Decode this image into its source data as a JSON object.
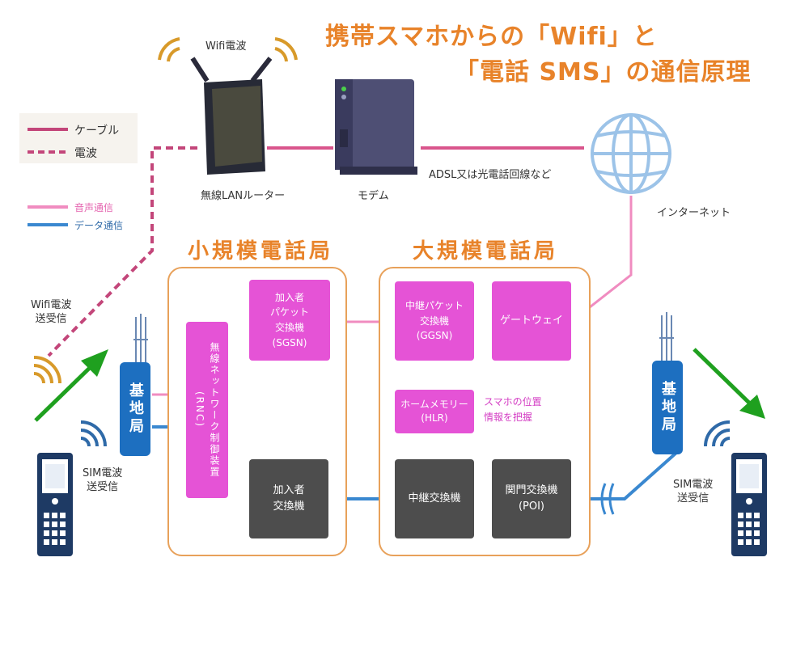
{
  "title": {
    "line1": "携帯スマホからの「Wifi」と",
    "line2": "「電話 SMS」の通信原理"
  },
  "legend": {
    "cable": "ケーブル",
    "radio": "電波",
    "voice": "音声通信",
    "data": "データ通信"
  },
  "labels": {
    "wifi_radio_top": "Wifi電波",
    "router": "無線LANルーター",
    "modem": "モデム",
    "adsl": "ADSL又は光電話回線など",
    "internet": "インターネット",
    "wifi_tx_line1": "Wifi電波",
    "wifi_tx_line2": "送受信",
    "sim_left_line1": "SIM電波",
    "sim_left_line2": "送受信",
    "sim_right_line1": "SIM電波",
    "sim_right_line2": "送受信",
    "hlr_note": "スマホの位置\n情報を把握"
  },
  "stations": {
    "small": "小規模電話局",
    "large": "大規模電話局"
  },
  "nodes": {
    "sgsn": "加入者\nパケット\n交換機\n(SGSN)",
    "rnc": "無線ネットワーク制御装置\n(RNC)",
    "subscriber_switch": "加入者\n交換機",
    "ggsn": "中継パケット\n交換機\n(GGSN)",
    "gateway": "ゲートウェイ",
    "hlr": "ホームメモリー\n(HLR)",
    "relay_switch": "中継交換機",
    "poi": "関門交換機\n(POI)"
  },
  "base_station": {
    "left": "基地局",
    "right": "基地局"
  },
  "colors": {
    "orange": "#e8832a",
    "cable_pink": "#d9558c",
    "voice_pink": "#f08cc0",
    "data_blue": "#3a88d0",
    "node_magenta": "#e553d6",
    "node_gray": "#4d4d4d",
    "base_blue": "#1d6fc0",
    "arrow_green": "#1fa01f"
  }
}
